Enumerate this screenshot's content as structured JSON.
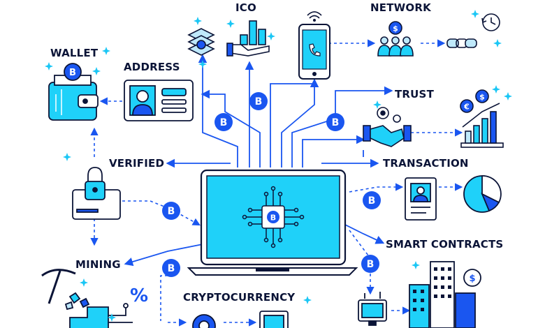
{
  "labels": {
    "ico": "ICO",
    "network": "NETWORK",
    "wallet": "WALLET",
    "address": "ADDRESS",
    "trust": "TRUST",
    "verified": "VERIFIED",
    "transaction": "TRANSACTION",
    "smart_contracts": "SMART CONTRACTS",
    "mining": "MINING",
    "cryptocurrency": "CRYPTOCURRENCY"
  },
  "symbols": {
    "coin": "B",
    "dollar": "$",
    "euro": "€",
    "percent": "%"
  },
  "colors": {
    "navy": "#0b1437",
    "blue": "#1a56f0",
    "cyan": "#1fd1f9",
    "light": "#bfe9fb",
    "sparkle": "#19c6f5"
  },
  "icons": [
    "ico-coins-hand-icon",
    "layers-coin-icon",
    "smartphone-call-icon",
    "network-people-icon",
    "chain-clock-icon",
    "wallet-icon",
    "id-card-icon",
    "handshake-icon",
    "growth-chart-icon",
    "padlock-icon",
    "laptop-chip-icon",
    "profile-doc-icon",
    "pie-chart-icon",
    "pickaxe-icon",
    "percent-icon",
    "computer-tree-icon",
    "city-buildings-icon"
  ]
}
